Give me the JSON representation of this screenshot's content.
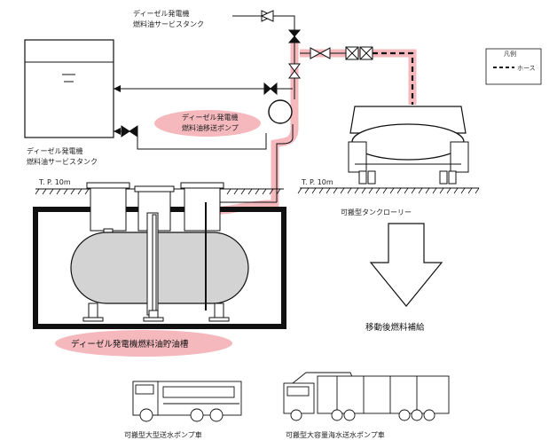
{
  "labels": {
    "service_tank_top_line1": "ディーゼル発電機",
    "service_tank_top_line2": "燃料油サービスタンク",
    "service_tank_left_line1": "ディーゼル発電機",
    "service_tank_left_line2": "燃料油サービスタンク",
    "transfer_pump_line1": "ディーゼル発電機",
    "transfer_pump_line2": "燃料油移送ポンプ",
    "tp_left": "T. P. 10m",
    "tp_right": "T. P. 10m",
    "tank_lorry": "可搬型タンクローリー",
    "refuel_after_move": "移動後燃料補給",
    "storage_tank": "ディーゼル発電機燃料油貯油槽",
    "pump_truck_large": "可搬型大型送水ポンプ車",
    "pump_truck_seawater": "可搬型大容量海水送水ポンプ車"
  },
  "legend": {
    "title": "凡例",
    "hose_label": "ホース"
  },
  "colors": {
    "highlight_pink": "#f4b8bd",
    "line": "#111111",
    "tank_fill": "#d3d3d3"
  }
}
